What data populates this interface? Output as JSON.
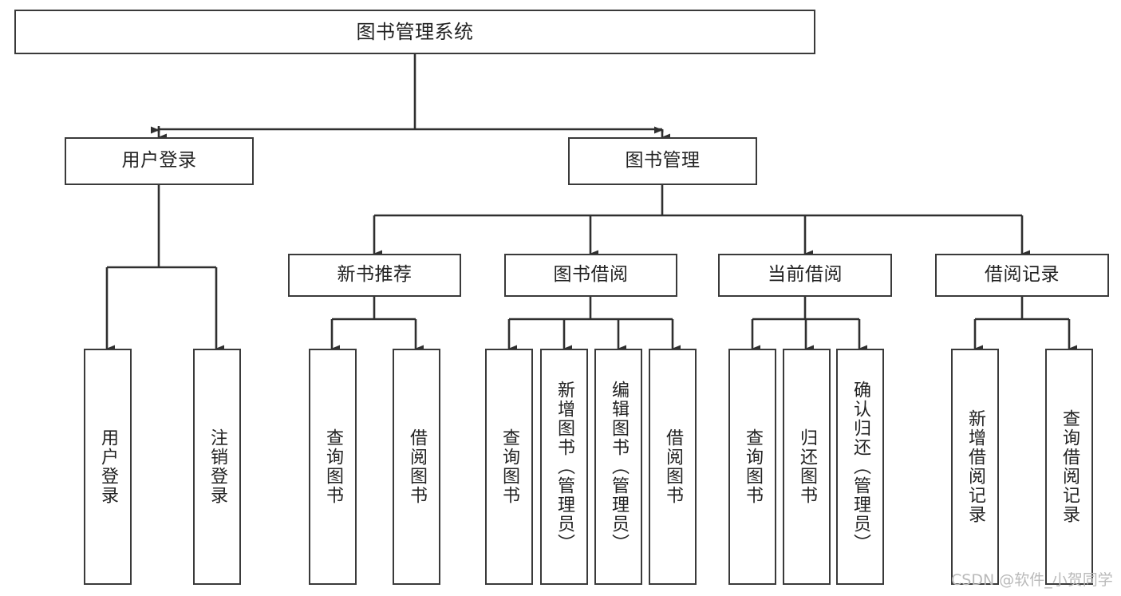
{
  "diagram": {
    "title": "图书管理系统",
    "orientation": "top-down-tree",
    "watermark": "CSDN @软件_小贺同学",
    "colors": {
      "box_border": "#3a3a3a",
      "box_fill": "#ffffff",
      "edge": "#2f2f2f",
      "text": "#222222",
      "watermark": "#b9b9b9",
      "background": "#ffffff"
    },
    "nodes": {
      "root": {
        "label": "图书管理系统"
      },
      "level2": [
        {
          "id": "user-login",
          "label": "用户登录"
        },
        {
          "id": "book-management",
          "label": "图书管理"
        }
      ],
      "level3": [
        {
          "id": "new-book-recommend",
          "label": "新书推荐"
        },
        {
          "id": "book-borrow",
          "label": "图书借阅"
        },
        {
          "id": "current-borrow",
          "label": "当前借阅"
        },
        {
          "id": "borrow-record",
          "label": "借阅记录"
        }
      ],
      "leaves": {
        "user-login": [
          {
            "id": "leaf-user-login",
            "label": "用户登录"
          },
          {
            "id": "leaf-logout-login",
            "label": "注销登录"
          }
        ],
        "new-book-recommend": [
          {
            "id": "leaf-query-book-1",
            "label": "查询图书"
          },
          {
            "id": "leaf-borrow-book-1",
            "label": "借阅图书"
          }
        ],
        "book-borrow": [
          {
            "id": "leaf-query-book-2",
            "label": "查询图书"
          },
          {
            "id": "leaf-add-book",
            "label": "新增图书（管理员）"
          },
          {
            "id": "leaf-edit-book",
            "label": "编辑图书（管理员）"
          },
          {
            "id": "leaf-borrow-book-2",
            "label": "借阅图书"
          }
        ],
        "current-borrow": [
          {
            "id": "leaf-query-book-3",
            "label": "查询图书"
          },
          {
            "id": "leaf-return-book",
            "label": "归还图书"
          },
          {
            "id": "leaf-confirm-return",
            "label": "确认归还（管理员）"
          }
        ],
        "borrow-record": [
          {
            "id": "leaf-add-record",
            "label": "新增借阅记录"
          },
          {
            "id": "leaf-query-record",
            "label": "查询借阅记录"
          }
        ]
      }
    }
  }
}
